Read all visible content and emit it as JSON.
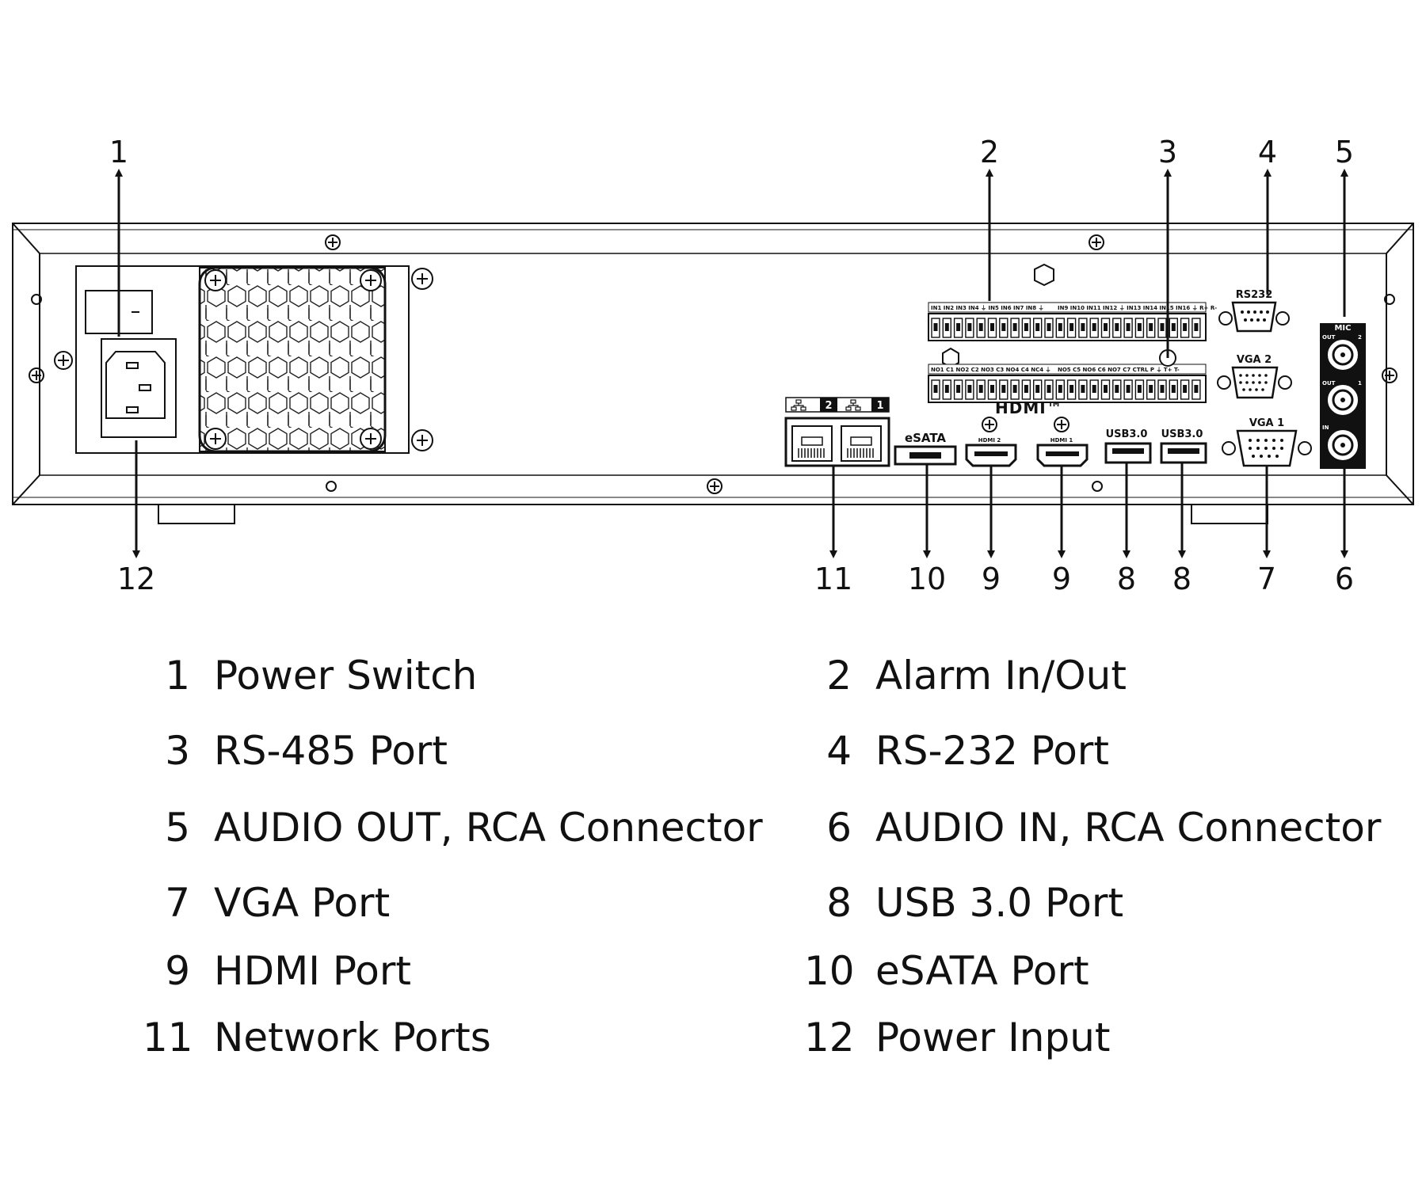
{
  "panel": {
    "alarm_in_row1": "IN1 IN2 IN3 IN4 ⏚ IN5 IN6 IN7 IN8 ⏚",
    "alarm_in_row2": "IN9 IN10 IN11 IN12 ⏚ IN13 IN14 IN15 IN16 ⏚ R+ R-",
    "alarm_out_row1": "NO1 C1 NO2 C2 NO3 C3 NO4 C4 NC4 ⏚",
    "alarm_out_row2": "NO5 C5 NO6 C6 NO7 C7 CTRL P ⏚ T+ T-",
    "rs232": "RS232",
    "vga2": "VGA 2",
    "vga1": "VGA 1",
    "mic": "MIC",
    "out": "OUT",
    "in": "IN",
    "esata": "eSATA",
    "hdmi_logo": "HDMI™",
    "hdmi_1": "HDMI 1",
    "hdmi_2": "HDMI 2",
    "usb_a": "USB3.0",
    "usb_b": "USB3.0",
    "lan_1": "1",
    "lan_2": "2"
  },
  "callouts": {
    "top": [
      "1",
      "2",
      "3",
      "4",
      "5"
    ],
    "bottom": [
      "12",
      "11",
      "10",
      "9",
      "9",
      "8",
      "8",
      "7",
      "6"
    ]
  },
  "legend": [
    {
      "num": "1",
      "label": "Power Switch"
    },
    {
      "num": "2",
      "label": "Alarm In/Out"
    },
    {
      "num": "3",
      "label": "RS-485 Port"
    },
    {
      "num": "4",
      "label": "RS-232 Port"
    },
    {
      "num": "5",
      "label": "AUDIO OUT, RCA Connector"
    },
    {
      "num": "6",
      "label": "AUDIO IN, RCA Connector"
    },
    {
      "num": "7",
      "label": "VGA Port"
    },
    {
      "num": "8",
      "label": "USB 3.0 Port"
    },
    {
      "num": "9",
      "label": "HDMI Port"
    },
    {
      "num": "10",
      "label": "eSATA Port"
    },
    {
      "num": "11",
      "label": "Network Ports"
    },
    {
      "num": "12",
      "label": "Power Input"
    }
  ]
}
